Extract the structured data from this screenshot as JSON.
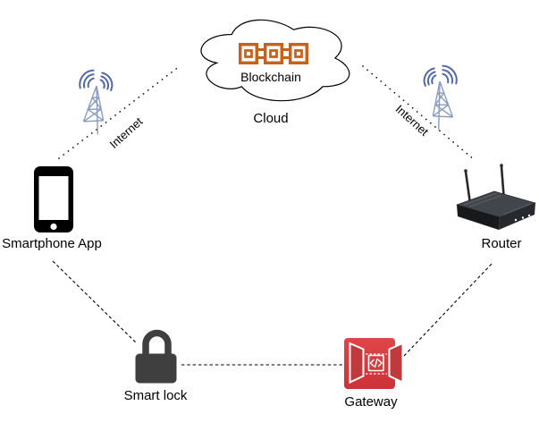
{
  "nodes": {
    "blockchain": {
      "label": "Blockchain",
      "icon": "blockchain-chain-icon"
    },
    "cloud": {
      "label": "Cloud",
      "icon": "cloud-shape"
    },
    "smartphone": {
      "label": "Smartphone App",
      "icon": "smartphone-icon"
    },
    "router": {
      "label": "Router",
      "icon": "router-icon"
    },
    "smart_lock": {
      "label": "Smart lock",
      "icon": "padlock-icon"
    },
    "gateway": {
      "label": "Gateway",
      "icon": "gateway-icon"
    }
  },
  "edges": {
    "smartphone_cloud": {
      "label": "Internet",
      "style": "dotted",
      "icon": "radio-tower-icon"
    },
    "cloud_router": {
      "label": "Internet",
      "style": "dotted",
      "icon": "radio-tower-icon"
    },
    "smartphone_smartlock": {
      "label": "",
      "style": "dashed"
    },
    "smartlock_gateway": {
      "label": "",
      "style": "dashed"
    },
    "gateway_router": {
      "label": "",
      "style": "dashed"
    }
  },
  "colors": {
    "background": "#FFFFFF",
    "line": "#000000",
    "blockchain_icon": "#C8621B",
    "antenna_tower": "#8B9CC0",
    "antenna_waves": "#5068A8",
    "gateway_red": "#D73B3F",
    "lock_gray": "#3F3F3F",
    "router_dark": "#1E2124",
    "phone_black": "#000000"
  }
}
